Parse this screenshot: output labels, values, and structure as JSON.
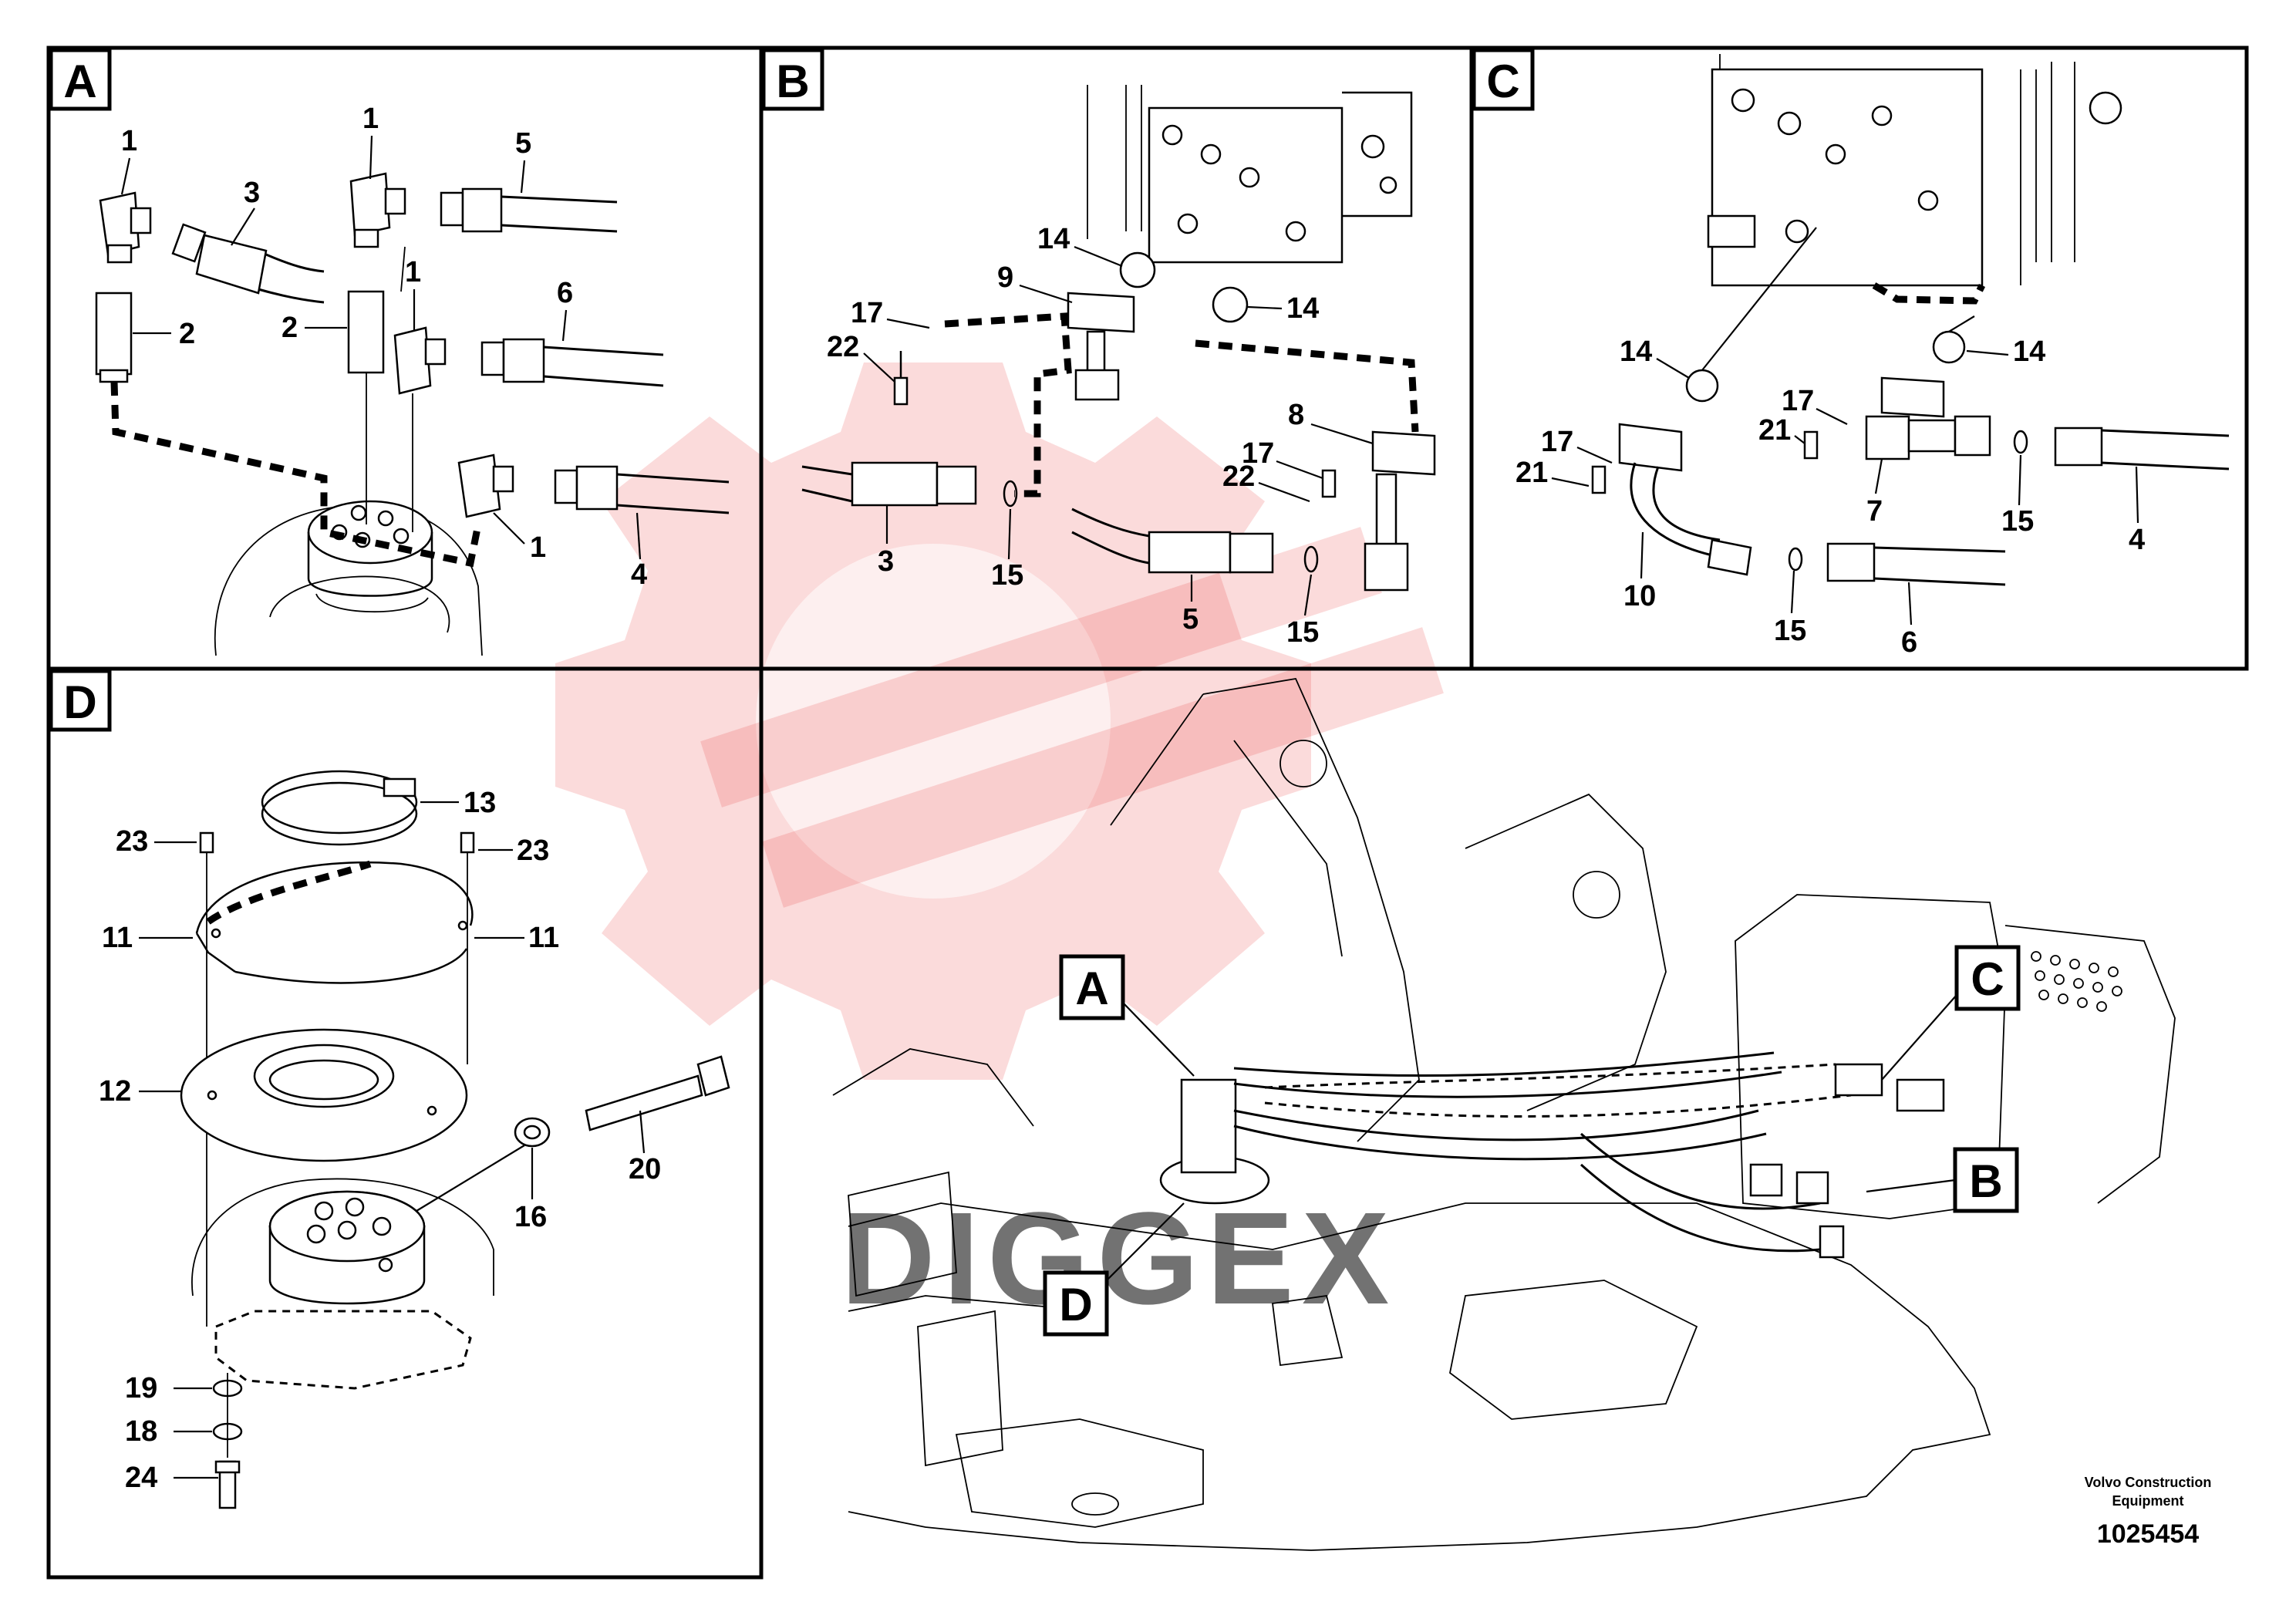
{
  "panels": {
    "a": {
      "label": "A"
    },
    "b": {
      "label": "B"
    },
    "c": {
      "label": "C"
    },
    "d": {
      "label": "D"
    }
  },
  "callouts": {
    "a": [
      "1",
      "3",
      "2",
      "1",
      "5",
      "2",
      "1",
      "6",
      "1",
      "4"
    ],
    "b": [
      "14",
      "9",
      "17",
      "22",
      "14",
      "8",
      "17",
      "22",
      "3",
      "15",
      "5",
      "15"
    ],
    "c": [
      "14",
      "17",
      "21",
      "14",
      "17",
      "21",
      "7",
      "15",
      "4",
      "10",
      "15",
      "6"
    ],
    "d": [
      "13",
      "23",
      "23",
      "11",
      "11",
      "12",
      "20",
      "16",
      "19",
      "18",
      "24"
    ]
  },
  "overview_labels": [
    "A",
    "C",
    "B",
    "D"
  ],
  "footer": {
    "brand_line1": "Volvo Construction",
    "brand_line2": "Equipment",
    "drawing_number": "1025454"
  },
  "watermark": {
    "text": "DIGGEX",
    "color": "#e8383a"
  }
}
